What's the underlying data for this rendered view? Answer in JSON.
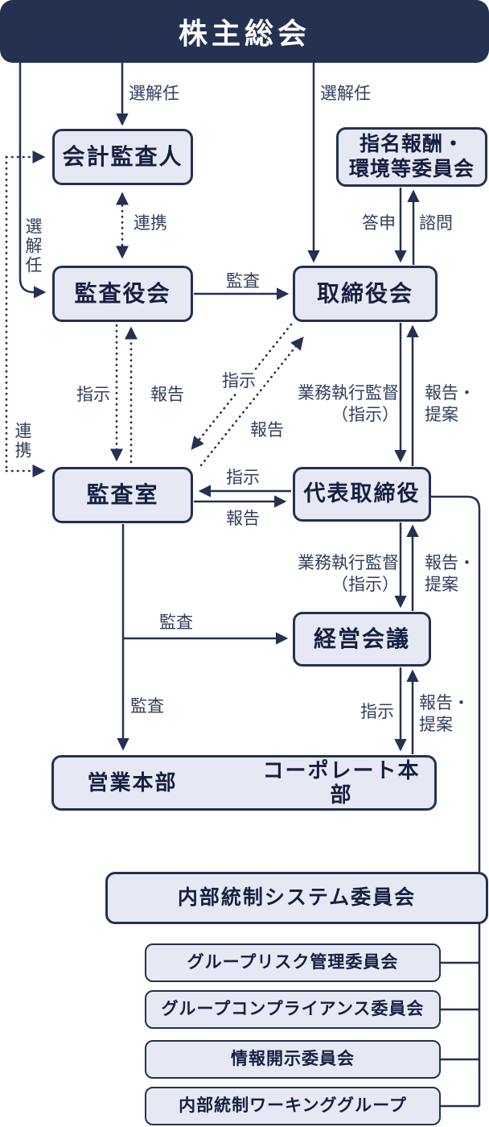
{
  "title": "株主総会",
  "colors": {
    "navy": "#243150",
    "box_fill": "#e6e9f3",
    "box_text": "#161f41",
    "label_text": "#323e5c",
    "header_text": "#ffffff",
    "background": "#ffffff"
  },
  "nodes": {
    "shareholders_meeting": {
      "label": "株主総会"
    },
    "accounting_auditor": {
      "label": "会計監査人"
    },
    "nomination_committee": {
      "label": "指名報酬・\n環境等委員会"
    },
    "audit_board": {
      "label": "監査役会"
    },
    "board_of_directors": {
      "label": "取締役会"
    },
    "audit_office": {
      "label": "監査室"
    },
    "representative_director": {
      "label": "代表取締役"
    },
    "management_meeting": {
      "label": "経営会議"
    },
    "sales_hq": {
      "label": "営業本部"
    },
    "corporate_hq": {
      "label": "コーポレート本部"
    },
    "internal_control_system_committee": {
      "label": "内部統制システム委員会"
    },
    "group_risk_committee": {
      "label": "グループリスク管理委員会"
    },
    "group_compliance_committee": {
      "label": "グループコンプライアンス委員会"
    },
    "disclosure_committee": {
      "label": "情報開示委員会"
    },
    "internal_control_working_group": {
      "label": "内部統制ワーキンググループ"
    }
  },
  "edge_labels": {
    "appoint_dismiss_auditor": "選解任",
    "appoint_dismiss_board": "選解任",
    "appoint_dismiss_audit_board": "選解任",
    "cooperation_auditor_audit_board": "連携",
    "cooperation_auditor_audit_office": "連携",
    "report_to_board_toshin": "答申",
    "consultation_shimon": "諮問",
    "audit_board_audits_board": "監査",
    "instruct_audit_office_dotted": "指示",
    "report_to_audit_board_dotted": "報告",
    "instruct_audit_office_diagonal": "指示",
    "report_to_board_diagonal": "報告",
    "supervise_execution_board_rep": "業務執行監督\n（指示）",
    "report_propose_rep_board": "報告・\n提案",
    "supervise_execution_rep_mgmt": "業務執行監督\n（指示）",
    "report_propose_mgmt_rep": "報告・\n提案",
    "instruct_rep_to_office": "指示",
    "report_office_to_rep": "報告",
    "audit_mgmt_meeting": "監査",
    "audit_hq": "監査",
    "instruct_mgmt_to_hq": "指示",
    "report_propose_hq_mgmt": "報告・\n提案"
  }
}
